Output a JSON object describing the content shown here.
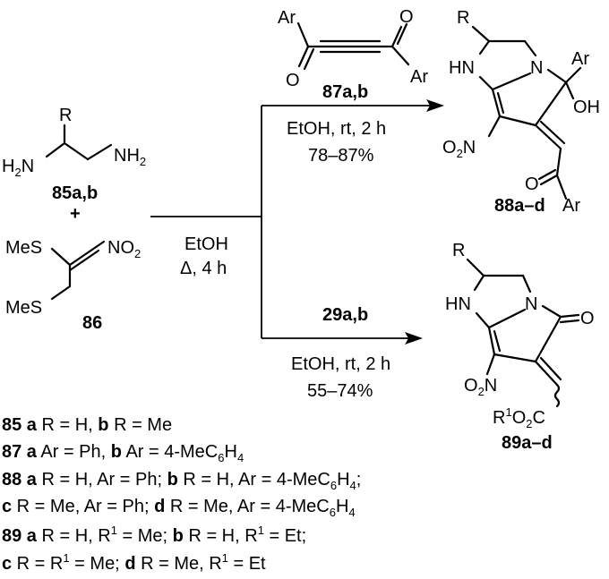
{
  "reactants": {
    "diamine": {
      "R": "R",
      "NH2_right": "NH",
      "NH2_left": "H",
      "label": "85a",
      "label_b": "b"
    },
    "plus": "+",
    "nitroalkene": {
      "MeS_top": "MeS",
      "MeS_bottom": "MeS",
      "NO2": "NO",
      "label": "86"
    }
  },
  "conditions": {
    "first": {
      "solvent": "EtOH",
      "temp": "Δ, 4 h"
    },
    "upper": {
      "reagent": "87a",
      "reagent_b": "b",
      "solvent": "EtOH, rt,  2 h",
      "yield": "78–87%"
    },
    "lower": {
      "reagent": "29a",
      "reagent_b": "b",
      "solvent": "EtOH, rt, 2 h",
      "yield": "55–74%"
    }
  },
  "dione": {
    "Ar_left": "Ar",
    "Ar_right": "Ar",
    "O_left": "O",
    "O_right": "O"
  },
  "product_88": {
    "R": "R",
    "HN": "HN",
    "N": "N",
    "Ar": "Ar",
    "OH": "OH",
    "O": "O",
    "Ar_bottom": "Ar",
    "label": "88a–d"
  },
  "product_89": {
    "R": "R",
    "HN": "HN",
    "N": "N",
    "O": "O",
    "label": "89a–d"
  },
  "legend": [
    "85 a R = H, b R = Me",
    "87 a Ar = Ph, b Ar = 4-MeC6H4",
    "88 a R = H, Ar = Ph; b R = H, Ar = 4-MeC6H4;",
    "c R = Me, Ar = Ph; d R = Me, Ar = 4-MeC6H4",
    "89 a R = H, R1 = Me; b R = H, R1 = Et;",
    "c R = R1 = Me; d R = Me, R1 = Et"
  ]
}
